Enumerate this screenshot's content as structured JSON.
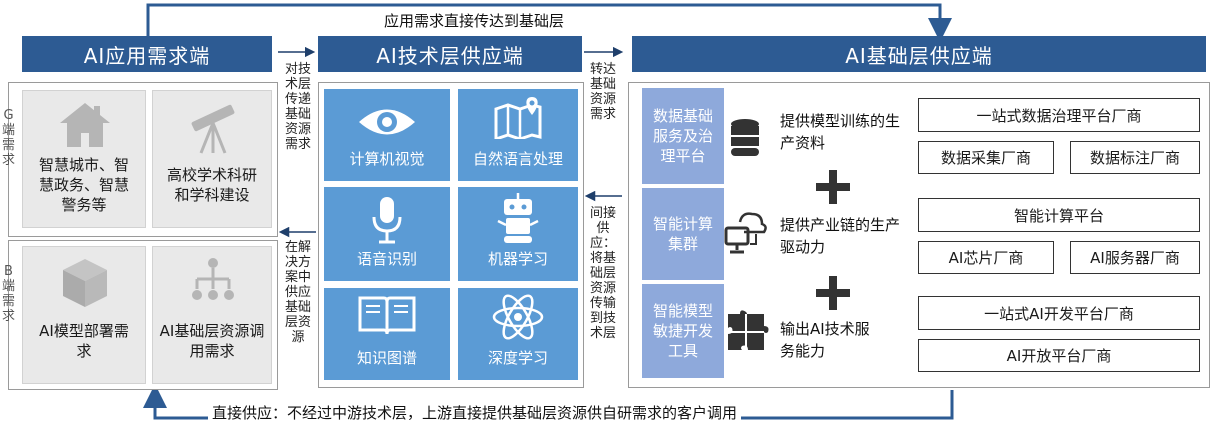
{
  "top_label": "应用需求直接传达到基础层",
  "bottom_label": "直接供应：不经过中游技术层，上游直接提供基础层资源供自研需求的客户调用",
  "headers": {
    "app": "AI应用需求端",
    "tech": "AI技术层供应端",
    "base": "AI基础层供应端"
  },
  "arrow_labels": {
    "app_to_tech": "对技术层传递基础资源需求",
    "tech_to_base": "转达基础资源需求",
    "base_to_tech": "间接供应：将基础层资源传输到技术层",
    "tech_to_app": "在解决方案中供应基础层资源"
  },
  "app_side": {
    "g_label": "G端需求",
    "b_label": "B端需求",
    "g_cards": [
      {
        "icon": "house-icon",
        "text": "智慧城市、智慧政务、智慧警务等"
      },
      {
        "icon": "telescope-icon",
        "text": "高校学术科研和学科建设"
      }
    ],
    "b_cards": [
      {
        "icon": "cube-icon",
        "text": "AI模型部署需求"
      },
      {
        "icon": "hierarchy-icon",
        "text": "AI基础层资源调用需求"
      }
    ]
  },
  "tech_side": {
    "cards": [
      {
        "icon": "eye-icon",
        "text": "计算机视觉"
      },
      {
        "icon": "map-icon",
        "text": "自然语言处理"
      },
      {
        "icon": "microphone-icon",
        "text": "语音识别"
      },
      {
        "icon": "robot-icon",
        "text": "机器学习"
      },
      {
        "icon": "book-icon",
        "text": "知识图谱"
      },
      {
        "icon": "atom-icon",
        "text": "深度学习"
      }
    ]
  },
  "base_side": {
    "services": [
      "数据基础服务及治理平台",
      "智能计算集群",
      "智能模型敏捷开发工具"
    ],
    "capabilities": [
      {
        "icon": "database-icon",
        "text": "提供模型训练的生产资料"
      },
      {
        "icon": "cloud-computer-icon",
        "text": "提供产业链的生产驱动力"
      },
      {
        "icon": "puzzle-icon",
        "text": "输出AI技术服务能力"
      }
    ],
    "vendors": {
      "data_platform": "一站式数据治理平台厂商",
      "data_collect": "数据采集厂商",
      "data_label": "数据标注厂商",
      "compute_platform": "智能计算平台",
      "chip": "AI芯片厂商",
      "server": "AI服务器厂商",
      "dev_platform": "一站式AI开发平台厂商",
      "open_platform": "AI开放平台厂商"
    }
  },
  "colors": {
    "header": "#2d5b93",
    "tech_card": "#5b9bd5",
    "base_card": "#8ea9db",
    "gray_card": "#e9e9e9",
    "arrow": "#2d5b93"
  }
}
